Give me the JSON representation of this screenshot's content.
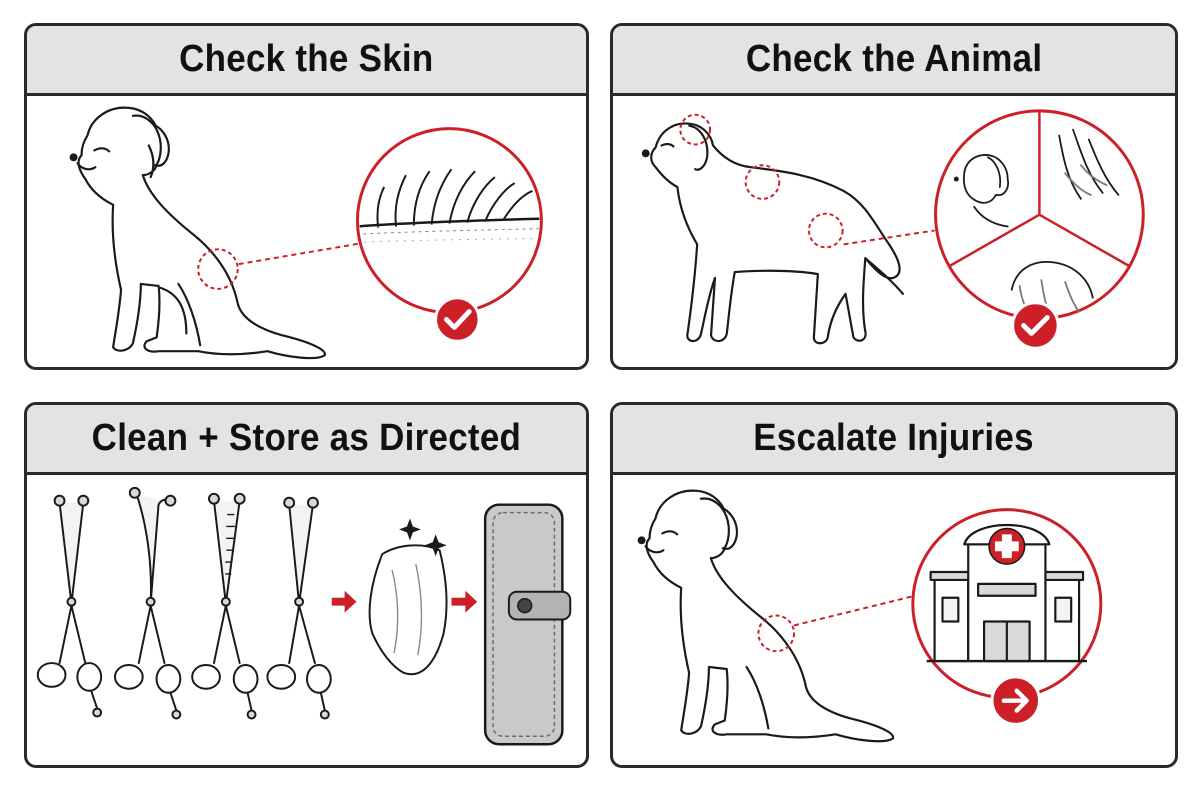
{
  "panels": {
    "check_skin": {
      "title": "Check the Skin"
    },
    "check_animal": {
      "title": "Check the Animal"
    },
    "clean_store": {
      "title": "Clean + Store as Directed"
    },
    "escalate": {
      "title": "Escalate Injuries"
    }
  },
  "colors": {
    "accent_red": "#cc1f27",
    "header_gray": "#e3e3e3",
    "outline": "#2a2a2a",
    "case_gray": "#c9c9c9"
  },
  "icons": [
    "dog-sitting-icon",
    "dog-standing-icon",
    "skin-hair-closeup-icon",
    "checkmark-icon",
    "scissors-icon",
    "cloth-icon",
    "sparkle-icon",
    "arrow-right-icon",
    "storage-case-icon",
    "hospital-icon",
    "medical-cross-icon"
  ]
}
